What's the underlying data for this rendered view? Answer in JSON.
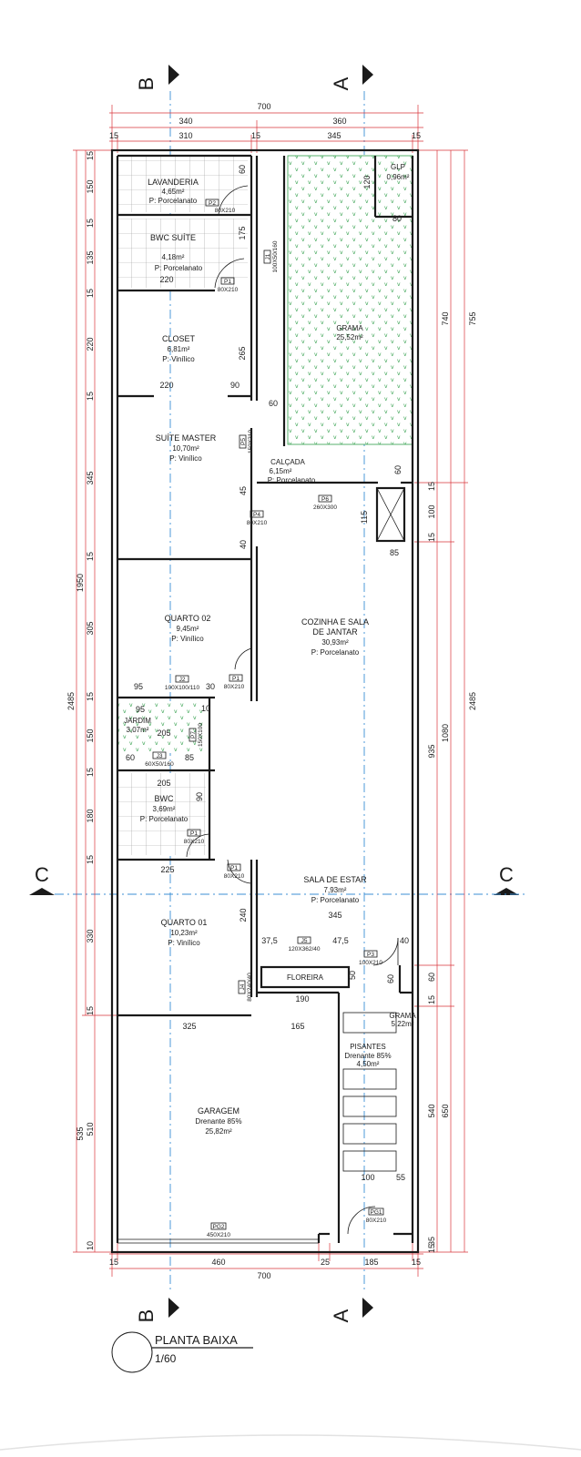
{
  "sections": {
    "a": "A",
    "b": "B",
    "c": "C"
  },
  "top_dims": {
    "total": "700",
    "left": "340",
    "right": "360",
    "w15a": "15",
    "w310": "310",
    "w15b": "15",
    "w345": "345",
    "w15c": "15"
  },
  "bottom_dims": {
    "w15a": "15",
    "w460": "460",
    "w25": "25",
    "w185": "185",
    "w15b": "15",
    "total": "700"
  },
  "left_dims": {
    "outer": "2485",
    "mid": "1950",
    "garage": "535",
    "s1": "15",
    "s2": "150",
    "s3": "15",
    "s4": "135",
    "s5": "15",
    "s6": "220",
    "s7": "15",
    "s8": "345",
    "s9": "15",
    "s10": "305",
    "s11": "15",
    "s12": "150",
    "s13": "15",
    "s14": "180",
    "s15": "15",
    "s16": "330",
    "s17": "15",
    "s18": "510",
    "s19": "10"
  },
  "right_dims": {
    "outer": "2485",
    "upper": "755",
    "grass": "740",
    "c15a": "15",
    "c100": "100",
    "c15b": "15",
    "kitchen": "1080",
    "k935": "935",
    "c60a": "60",
    "c15c": "15",
    "garage": "650",
    "g540": "540",
    "c35": "35",
    "c15d": "15"
  },
  "rooms": [
    {
      "name": "LAVANDERIA",
      "area": "4,65m²",
      "floor": "P: Porcelanato"
    },
    {
      "name": "BWC SUÍTE",
      "area": "4,18m²",
      "floor": "P: Porcelanato"
    },
    {
      "name": "CLOSET",
      "area": "6,81m²",
      "floor": "P: Vinílico"
    },
    {
      "name": "SUÍTE MASTER",
      "area": "10,70m²",
      "floor": "P: Vinílico"
    },
    {
      "name": "QUARTO 02",
      "area": "9,45m²",
      "floor": "P: Vinílico"
    },
    {
      "name": "JARDIM",
      "area": "3,07m²",
      "floor": ""
    },
    {
      "name": "BWC",
      "area": "3,69m²",
      "floor": "P: Porcelanato"
    },
    {
      "name": "QUARTO 01",
      "area": "10,23m²",
      "floor": "P: Vinílico"
    },
    {
      "name": "GARAGEM",
      "area": "Drenante 85%",
      "floor": "25,82m²"
    },
    {
      "name": "GLP",
      "area": "0,96m²",
      "floor": ""
    },
    {
      "name": "GRAMA",
      "area": "25,52m²",
      "floor": ""
    },
    {
      "name": "CALÇADA",
      "area": "6,15m²",
      "floor": "P: Porcelanato"
    },
    {
      "name": "COZINHA E SALA",
      "name2": "DE JANTAR",
      "area": "30,93m²",
      "floor": "P: Porcelanato"
    },
    {
      "name": "SALA DE ESTAR",
      "area": "7,93m²",
      "floor": "P: Porcelanato"
    },
    {
      "name": "GRAMA",
      "area": "5,22m²",
      "floor": ""
    },
    {
      "name": "PISANTES",
      "area": "Drenante 85%",
      "floor": "4,50m²"
    }
  ],
  "labels": {
    "floreira": "FLOREIRA",
    "plan_title": "PLANTA BAIXA",
    "plan_scale": "1/60"
  },
  "doors": {
    "p2": "P2",
    "p2s": "80X210",
    "p1a": "P1",
    "p1as": "80X210",
    "p4": "P4",
    "p4s": "80X210",
    "p6": "P6",
    "p6s": "260X300",
    "p1b": "P1",
    "p1bs": "80X210",
    "p1c": "P1",
    "p1cs": "80X210",
    "p1d": "P1",
    "p1ds": "80X210",
    "p3": "P3",
    "p3s": "100X210",
    "pg1": "PG1",
    "pg1s": "80X210",
    "pg2": "PG2",
    "pg2s": "450X210",
    "j1": "J1",
    "j1s": "100X50/160",
    "j2": "J2",
    "j2s": "100X100/110",
    "j3": "J3",
    "j3s": "60X50/160",
    "j4": "J4",
    "j4s": "80X240/40",
    "j5": "J5",
    "j5s": "120X362/40",
    "p5": "P5",
    "p5s": "150X210",
    "p7": "P7",
    "p7s": "150X100"
  },
  "inner_dims": {
    "d60a": "60",
    "d120": "120",
    "d80": "80",
    "d175": "175",
    "d220a": "220",
    "d265": "265",
    "d220b": "220",
    "d90a": "90",
    "d60b": "60",
    "d60c": "60",
    "d45": "45",
    "d115": "115",
    "d40a": "40",
    "d85a": "85",
    "d95a": "95",
    "d30": "30",
    "d10": "10",
    "d95b": "95",
    "d205a": "205",
    "d60d": "60",
    "d85b": "85",
    "d205b": "205",
    "d90b": "90",
    "d225": "225",
    "d240": "240",
    "d345": "345",
    "d375": "37,5",
    "d475": "47,5",
    "d40b": "40",
    "d50": "50",
    "d60e": "60",
    "d190": "190",
    "d325": "325",
    "d165": "165",
    "d100": "100",
    "d55": "55"
  }
}
